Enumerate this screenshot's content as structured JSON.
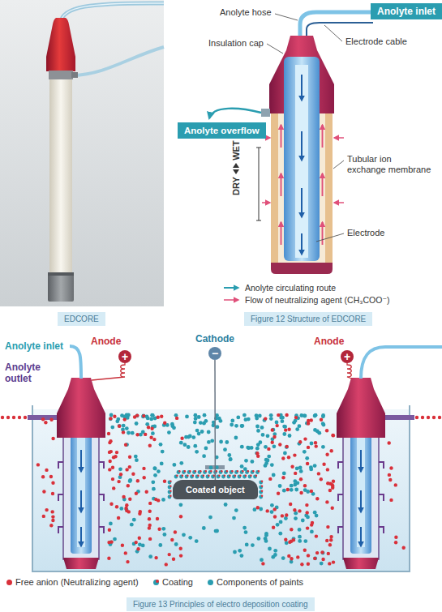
{
  "diagram": {
    "nodes": [
      {
        "text": [
          "Anolyte inlet"
        ]
      },
      {
        "text": [
          "Anolyte overflow"
        ]
      },
      {
        "text": [
          "EDCORE"
        ]
      },
      {
        "text": [
          "Figure 12 Structure of EDCORE"
        ]
      },
      {
        "text": [
          "+"
        ]
      },
      {
        "text": [
          "−"
        ]
      },
      {
        "text": [
          "+"
        ]
      },
      {
        "text": [
          "Coated object"
        ]
      },
      {
        "text": [
          "Figure 13 Principles of electro deposition coating"
        ]
      }
    ],
    "edges": [
      {
        "from": 5,
        "to": 7,
        "arrow": "none"
      }
    ],
    "labels": [
      "Anolyte hose",
      "Insulation cap",
      "Electrode cable",
      "Tubular ion exchange membrane",
      "WET",
      "DRY",
      "Electrode",
      "Anolyte inlet",
      "Anode",
      "Anolyte outlet",
      "Cathode",
      "Anode"
    ],
    "legend": [
      {
        "text": "Anolyte circulating route"
      },
      {
        "text": "Flow of neutralizing agent (CH₃COO⁻)"
      },
      {
        "text": "Free anion (Neutralizing agent)",
        "color": "#d9303a"
      },
      {
        "text": "Coating"
      },
      {
        "text": "Components of paints",
        "color": "#2a9db0"
      }
    ]
  }
}
